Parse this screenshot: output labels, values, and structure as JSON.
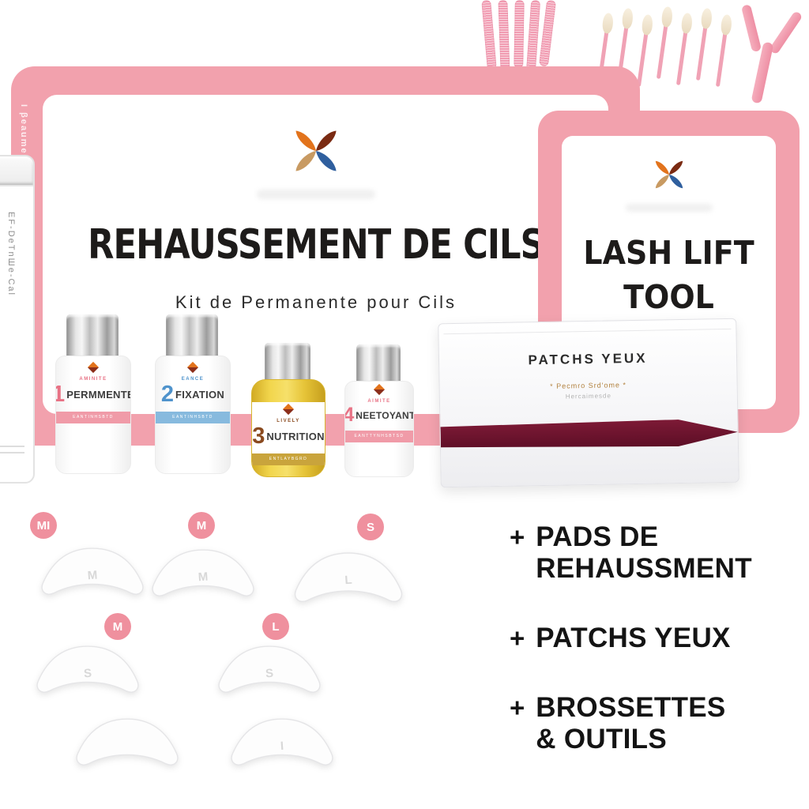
{
  "colors": {
    "frame_pink": "#f2a1ad",
    "badge_pink": "#ef909e",
    "ribbon_maroon": "#6d1530",
    "bottle_yellow": "#e9c93e",
    "accent_pink": "#e87285",
    "accent_blue": "#4f93cc"
  },
  "main_frame": {
    "side_tag": "I βeaume",
    "title": "REHAUSSEMENT DE CILS",
    "subtitle": "Kit de Permanente pour Cils"
  },
  "tool_frame": {
    "line1": "LASH LIFT",
    "line2": "TOOL"
  },
  "left_tube": {
    "label": "EF-DeTnШe-Cal"
  },
  "bottles": [
    {
      "number": "1",
      "name": "PERMMENTE",
      "top_line": "AMINITE",
      "band_text": "EANTINHSBTD"
    },
    {
      "number": "2",
      "name": "FIXATION",
      "top_line": "EANCE",
      "band_text": "EANTINHSBTD"
    },
    {
      "number": "3",
      "name": "NUTRITION",
      "top_line": "LIVELY",
      "band_text": "ENTLAYBGRD"
    },
    {
      "number": "4",
      "name": "NEETOYANT",
      "top_line": "AIMITE",
      "band_text": "EANTTYNHSBTSD"
    }
  ],
  "patch": {
    "title": "PATCHS YEUX",
    "line1": "* Pecmro Srd'ome *",
    "line2": "Hercaimesde"
  },
  "pads": {
    "badges": [
      "MI",
      "M",
      "S",
      "M",
      "L"
    ],
    "letters": [
      "M",
      "M",
      "L",
      "S",
      "S",
      "",
      "I"
    ]
  },
  "features": [
    {
      "plus": "+",
      "line1": "PADS DE",
      "line2": "REHAUSSMENT"
    },
    {
      "plus": "+",
      "line1": "PATCHS YEUX",
      "line2": ""
    },
    {
      "plus": "+",
      "line1": "BROSSETTES",
      "line2": "& OUTILS"
    }
  ]
}
